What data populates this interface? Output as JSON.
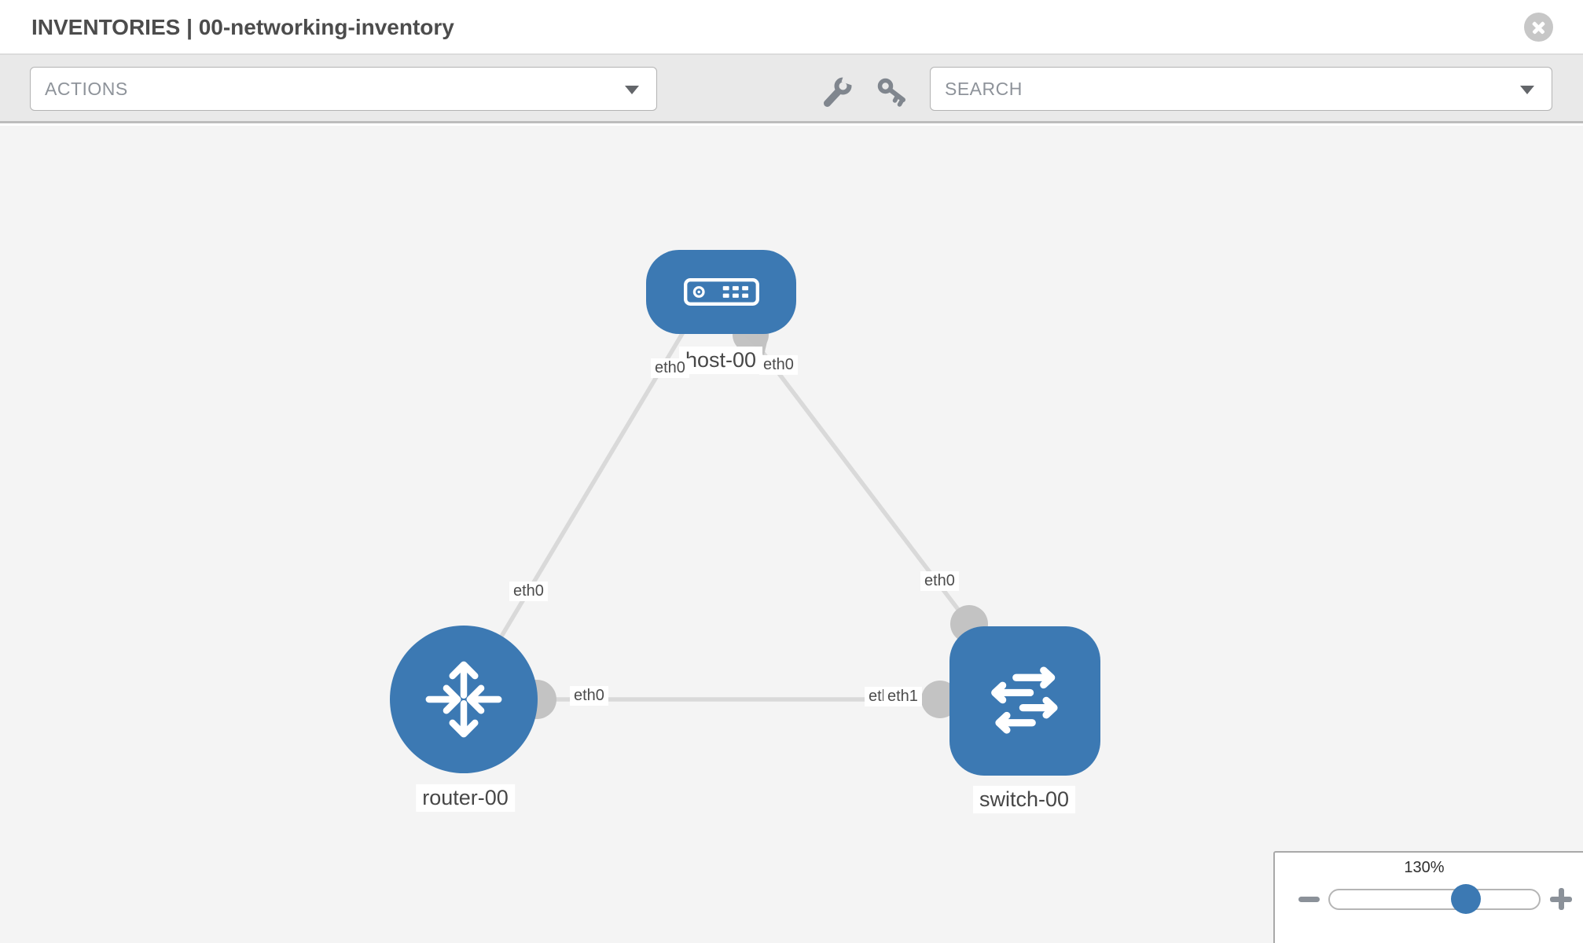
{
  "window": {
    "title": "INVENTORIES | 00-networking-inventory"
  },
  "toolbar": {
    "actions": {
      "label": "ACTIONS"
    },
    "search": {
      "label": "SEARCH"
    }
  },
  "topology": {
    "nodes": [
      {
        "name": "host-00",
        "type": "host"
      },
      {
        "name": "router-00",
        "type": "router"
      },
      {
        "name": "switch-00",
        "type": "switch"
      }
    ],
    "links": [
      {
        "source": "host-00",
        "source_interface": "eth0",
        "target": "router-00",
        "target_interface": "eth0"
      },
      {
        "source": "host-00",
        "source_interface": "eth0",
        "target": "switch-00",
        "target_interface": "eth0"
      },
      {
        "source": "router-00",
        "source_interface": "eth0",
        "target": "switch-00",
        "target_interface": "eth1"
      }
    ],
    "labels": {
      "switch_left_overlapped": "eth0"
    }
  },
  "zoom_panel": {
    "level": "130%"
  },
  "icons": {
    "close": "circle-x-icon",
    "tools": "wrench-icon",
    "credentials": "key-icon",
    "dropdown": "caret-down-icon",
    "zoom_out": "minus-icon",
    "zoom_in": "plus-icon",
    "host": "server-icon",
    "router": "router-arrows-icon",
    "switch": "switch-arrows-icon"
  },
  "colors": {
    "node_blue": "#3c79b3",
    "link_gray": "#d9d9d9",
    "connector_gray": "#c3c3c3",
    "toolbar_bg": "#e9e9e9",
    "canvas_bg": "#f4f4f4",
    "title_text": "#4c4c4c"
  }
}
